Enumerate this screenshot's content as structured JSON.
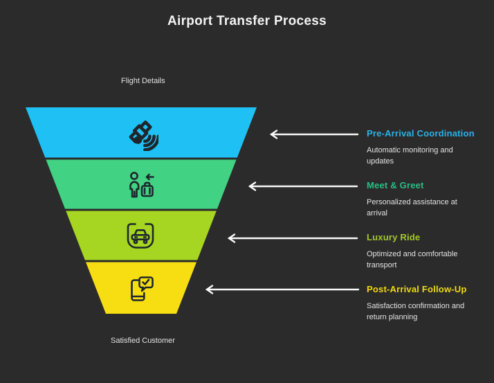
{
  "title": "Airport Transfer Process",
  "colors": {
    "background": "#2b2b2b",
    "arrow": "#fafafa",
    "icon_stroke": "#1e262c"
  },
  "funnel": {
    "top_label": "Flight Details",
    "bottom_label": "Satisfied Customer",
    "segments": [
      {
        "id": "pre-arrival-coordination",
        "fill": "#1fc1f5",
        "icon": "satellite-signal-icon"
      },
      {
        "id": "meet-and-greet",
        "fill": "#42d283",
        "icon": "traveler-luggage-icon"
      },
      {
        "id": "luxury-ride",
        "fill": "#a6d621",
        "icon": "car-frame-icon"
      },
      {
        "id": "post-arrival-follow-up",
        "fill": "#f7de12",
        "icon": "phone-chat-check-icon"
      }
    ]
  },
  "steps": [
    {
      "heading": "Pre-Arrival Coordination",
      "heading_color": "#2bb3e6",
      "description": "Automatic monitoring and updates"
    },
    {
      "heading": "Meet & Greet",
      "heading_color": "#27bf84",
      "description": "Personalized assistance at arrival"
    },
    {
      "heading": "Luxury Ride",
      "heading_color": "#a4c928",
      "description": "Optimized and comfortable transport"
    },
    {
      "heading": "Post-Arrival Follow-Up",
      "heading_color": "#f0da10",
      "description": "Satisfaction confirmation and return planning"
    }
  ]
}
